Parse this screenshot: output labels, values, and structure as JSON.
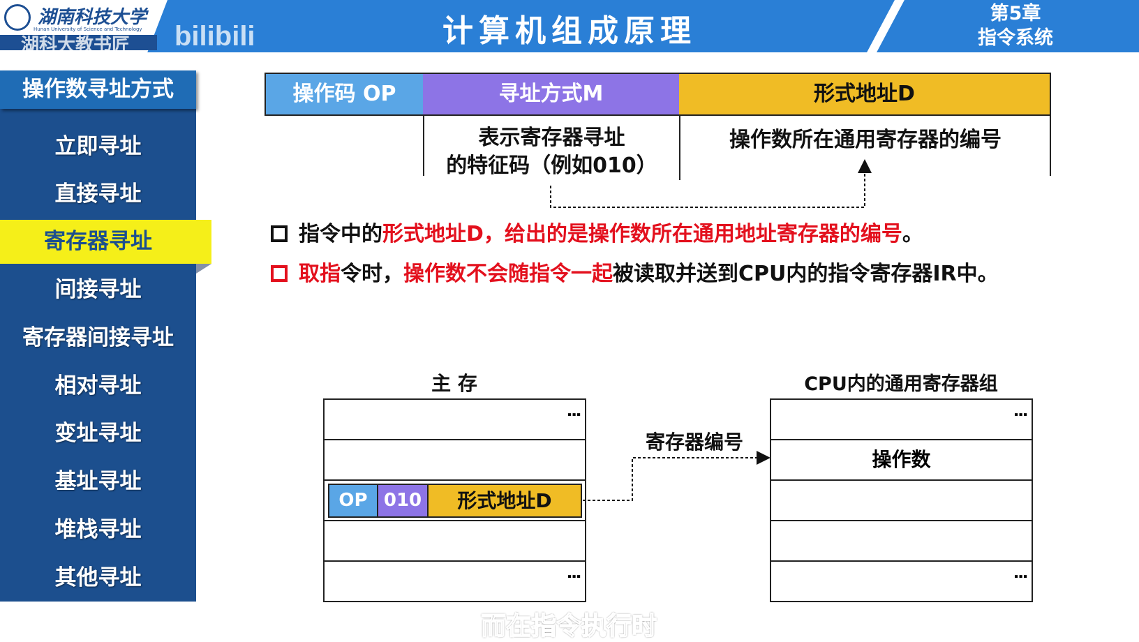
{
  "header": {
    "university_cn": "湖南科技大学",
    "university_en": "Hunan University of Science and Technology",
    "watermark": "湖科大教书匠",
    "platform": "bilibili",
    "title": "计算机组成原理",
    "chapter": "第5章",
    "chapter_name": "指令系统"
  },
  "sidebar": {
    "heading": "操作数寻址方式",
    "active_index": 2,
    "items": [
      "立即寻址",
      "直接寻址",
      "寄存器寻址",
      "间接寻址",
      "寄存器间接寻址",
      "相对寻址",
      "变址寻址",
      "基址寻址",
      "堆栈寻址",
      "其他寻址"
    ]
  },
  "format_table": {
    "op": "操作码 OP",
    "mode": "寻址方式M",
    "addr": "形式地址D",
    "mode_desc_1": "表示寄存器寻址",
    "mode_desc_2": "的特征码（例如010）",
    "addr_desc": "操作数所在通用寄存器的编号"
  },
  "bullets": [
    {
      "p1": "指令中的",
      "p2": "形式地址D，给出的是操作数所在通用地址寄存器的编号",
      "p3": "。"
    },
    {
      "p1": "取指",
      "p2": "令时，",
      "p3": "操作数不会随指令一起",
      "p4": "被读取并送到CPU内的指令寄存器IR中。"
    }
  ],
  "diagram": {
    "memory_label": "主 存",
    "cpu_label": "CPU内的通用寄存器组",
    "arrow_label": "寄存器编号",
    "instr_op": "OP",
    "instr_mode": "010",
    "instr_addr": "形式地址D",
    "operand": "操作数",
    "ellipsis": "…"
  },
  "subtitle": "而在指令执行时",
  "colors": {
    "op": "#5aa6e6",
    "mode": "#8d74e6",
    "addr": "#f0bc25",
    "highlight": "#f5ef19",
    "red": "#e3101d"
  }
}
